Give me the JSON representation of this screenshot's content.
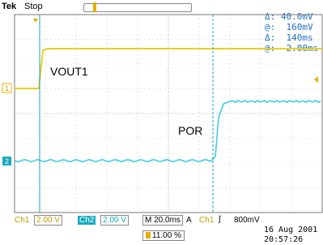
{
  "header": {
    "brand": "Tek",
    "status": "Stop"
  },
  "cursor_readout": {
    "dv_label": "Δ:",
    "dv_value": "40.0mV",
    "v_label": "@:",
    "v_value": "160mV",
    "dt_label": "Δ:",
    "dt_value": "140ms",
    "t_label": "@:",
    "t_value": "-2.00ms"
  },
  "traces": {
    "vout1_label": "VOUT1",
    "por_label": "POR",
    "ch1_marker": "1",
    "ch2_marker": "2",
    "colors": {
      "ch1": "#e8d020",
      "ch2": "#33ccdd",
      "cursor": "#1f9fbf"
    }
  },
  "footer": {
    "ch1_label": "Ch1",
    "ch1_scale": "2.00 V",
    "ch2_label": "Ch2",
    "ch2_scale": "2.00 V",
    "timebase": "M 20.0ms",
    "trigger_mode": "A",
    "trigger_source": "Ch1",
    "trigger_slope": "∫",
    "trigger_level": "800mV",
    "position_pct": "11.00 %",
    "date": "16 Aug 2001",
    "time": "20:57:26"
  }
}
